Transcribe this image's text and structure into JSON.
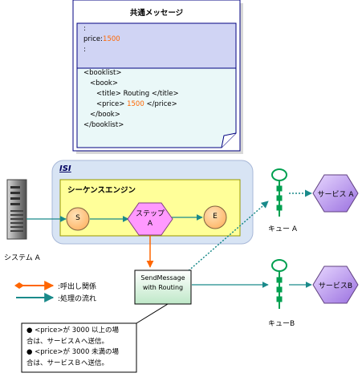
{
  "message_card": {
    "title": "共通メッセージ",
    "header_lines": [
      ":",
      "price:",
      "1500",
      ":"
    ],
    "xml_lines": [
      "<booklist>",
      "<book>",
      "<title> Routing </title>",
      "<price>",
      "1500",
      "</price>",
      "</book>",
      "</booklist>"
    ]
  },
  "isi": {
    "label": "ISI",
    "engine_title": "シーケンスエンジン",
    "nodes": {
      "start": "S",
      "step_line1": "ステップ",
      "step_line2": "A",
      "end": "E"
    }
  },
  "system_label": "システム A",
  "send_message": {
    "line1": "SendMessage",
    "line2": "with Routing"
  },
  "queues": {
    "a": "キュー A",
    "b": "キューB"
  },
  "services": {
    "a": "サービス A",
    "b": "サービスB"
  },
  "legend": {
    "call": ":呼出し関係",
    "flow": ":処理の流れ"
  },
  "note": {
    "lines": [
      "● <price>が 3000 以上の場",
      "合は、サービスＡへ送信。",
      "● <price>が 3000 未満の場",
      "合は、サービスＢへ送信。"
    ]
  },
  "colors": {
    "flow_arrow": "#1a8a8a",
    "call_arrow": "#ff6600",
    "isi_panel": "#d8e4f4",
    "engine_box": "#ffff99",
    "node_fill": "#ffcc88",
    "step_fill": "#ff99ff",
    "service_fill": "#b088e8",
    "queue_green": "#00a050",
    "card_top": "#d0d4f4",
    "card_body": "#eaf8f8"
  }
}
